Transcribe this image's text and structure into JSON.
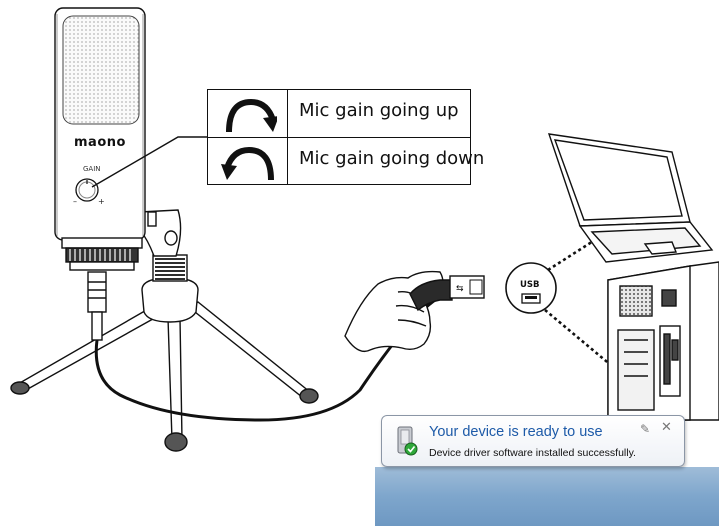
{
  "legend": {
    "rows": [
      {
        "label": "Mic gain going up",
        "icon": "clockwise-arrow-icon"
      },
      {
        "label": "Mic gain going down",
        "icon": "counterclockwise-arrow-icon"
      }
    ]
  },
  "microphone": {
    "brand": "maono",
    "knob_label": "GAIN",
    "knob_min": "–",
    "knob_max": "+"
  },
  "usb_label": "USB",
  "notification": {
    "title": "Your device is ready to use",
    "message": "Device driver software installed successfully.",
    "pin_icon": "pin-icon",
    "close_icon": "close-icon"
  },
  "colors": {
    "line": "#111111",
    "balloon_title": "#1d5aa8",
    "taskbar": "#7ea6cc",
    "check_green": "#2fa83a"
  }
}
